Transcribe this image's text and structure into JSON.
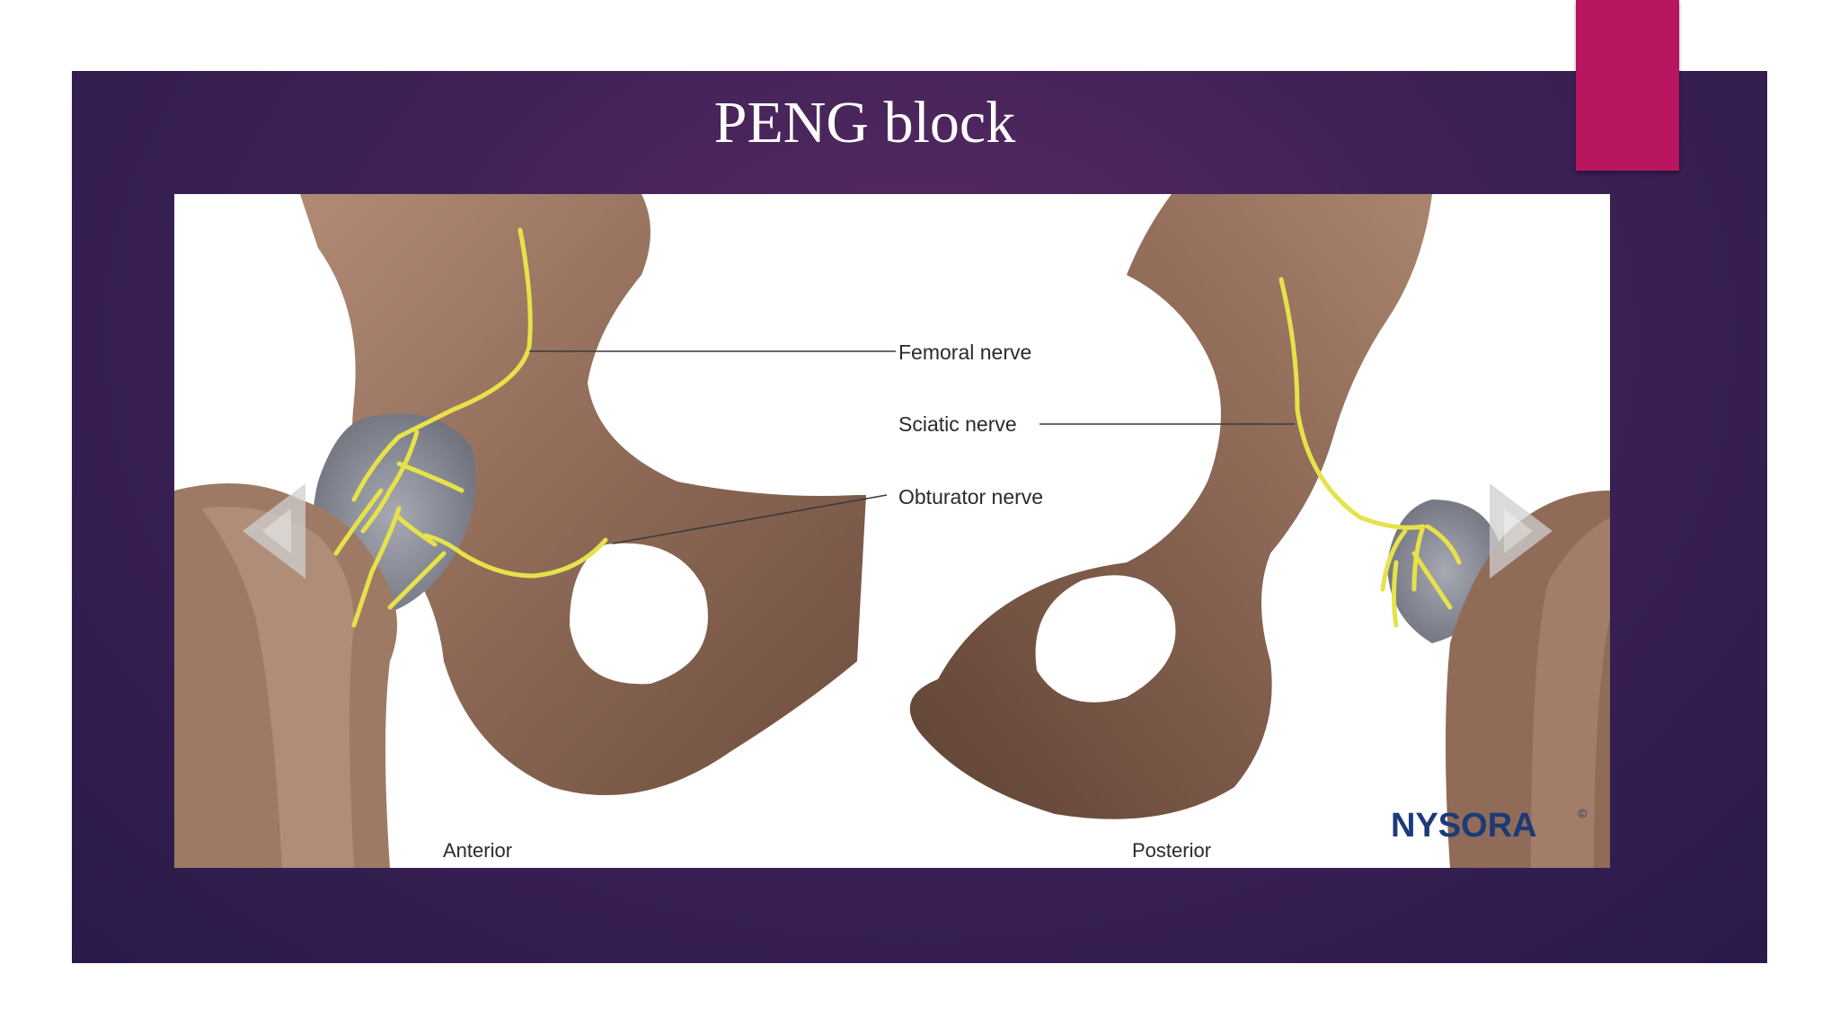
{
  "slide": {
    "title": "PENG block"
  },
  "figure": {
    "labels": {
      "femoral": "Femoral nerve",
      "sciatic": "Sciatic nerve",
      "obturator": "Obturator nerve"
    },
    "captions": {
      "left": "Anterior",
      "right": "Posterior"
    },
    "logo": {
      "text": "NYSORA",
      "mark": "©"
    }
  },
  "colors": {
    "slide_bg": "#3f2257",
    "accent": "#b8165f",
    "bone": "#8a6a58",
    "nerve": "#e6e24a",
    "logo": "#1b3a78"
  },
  "icons": {
    "prev": "chevron-left-icon",
    "next": "chevron-right-icon"
  }
}
